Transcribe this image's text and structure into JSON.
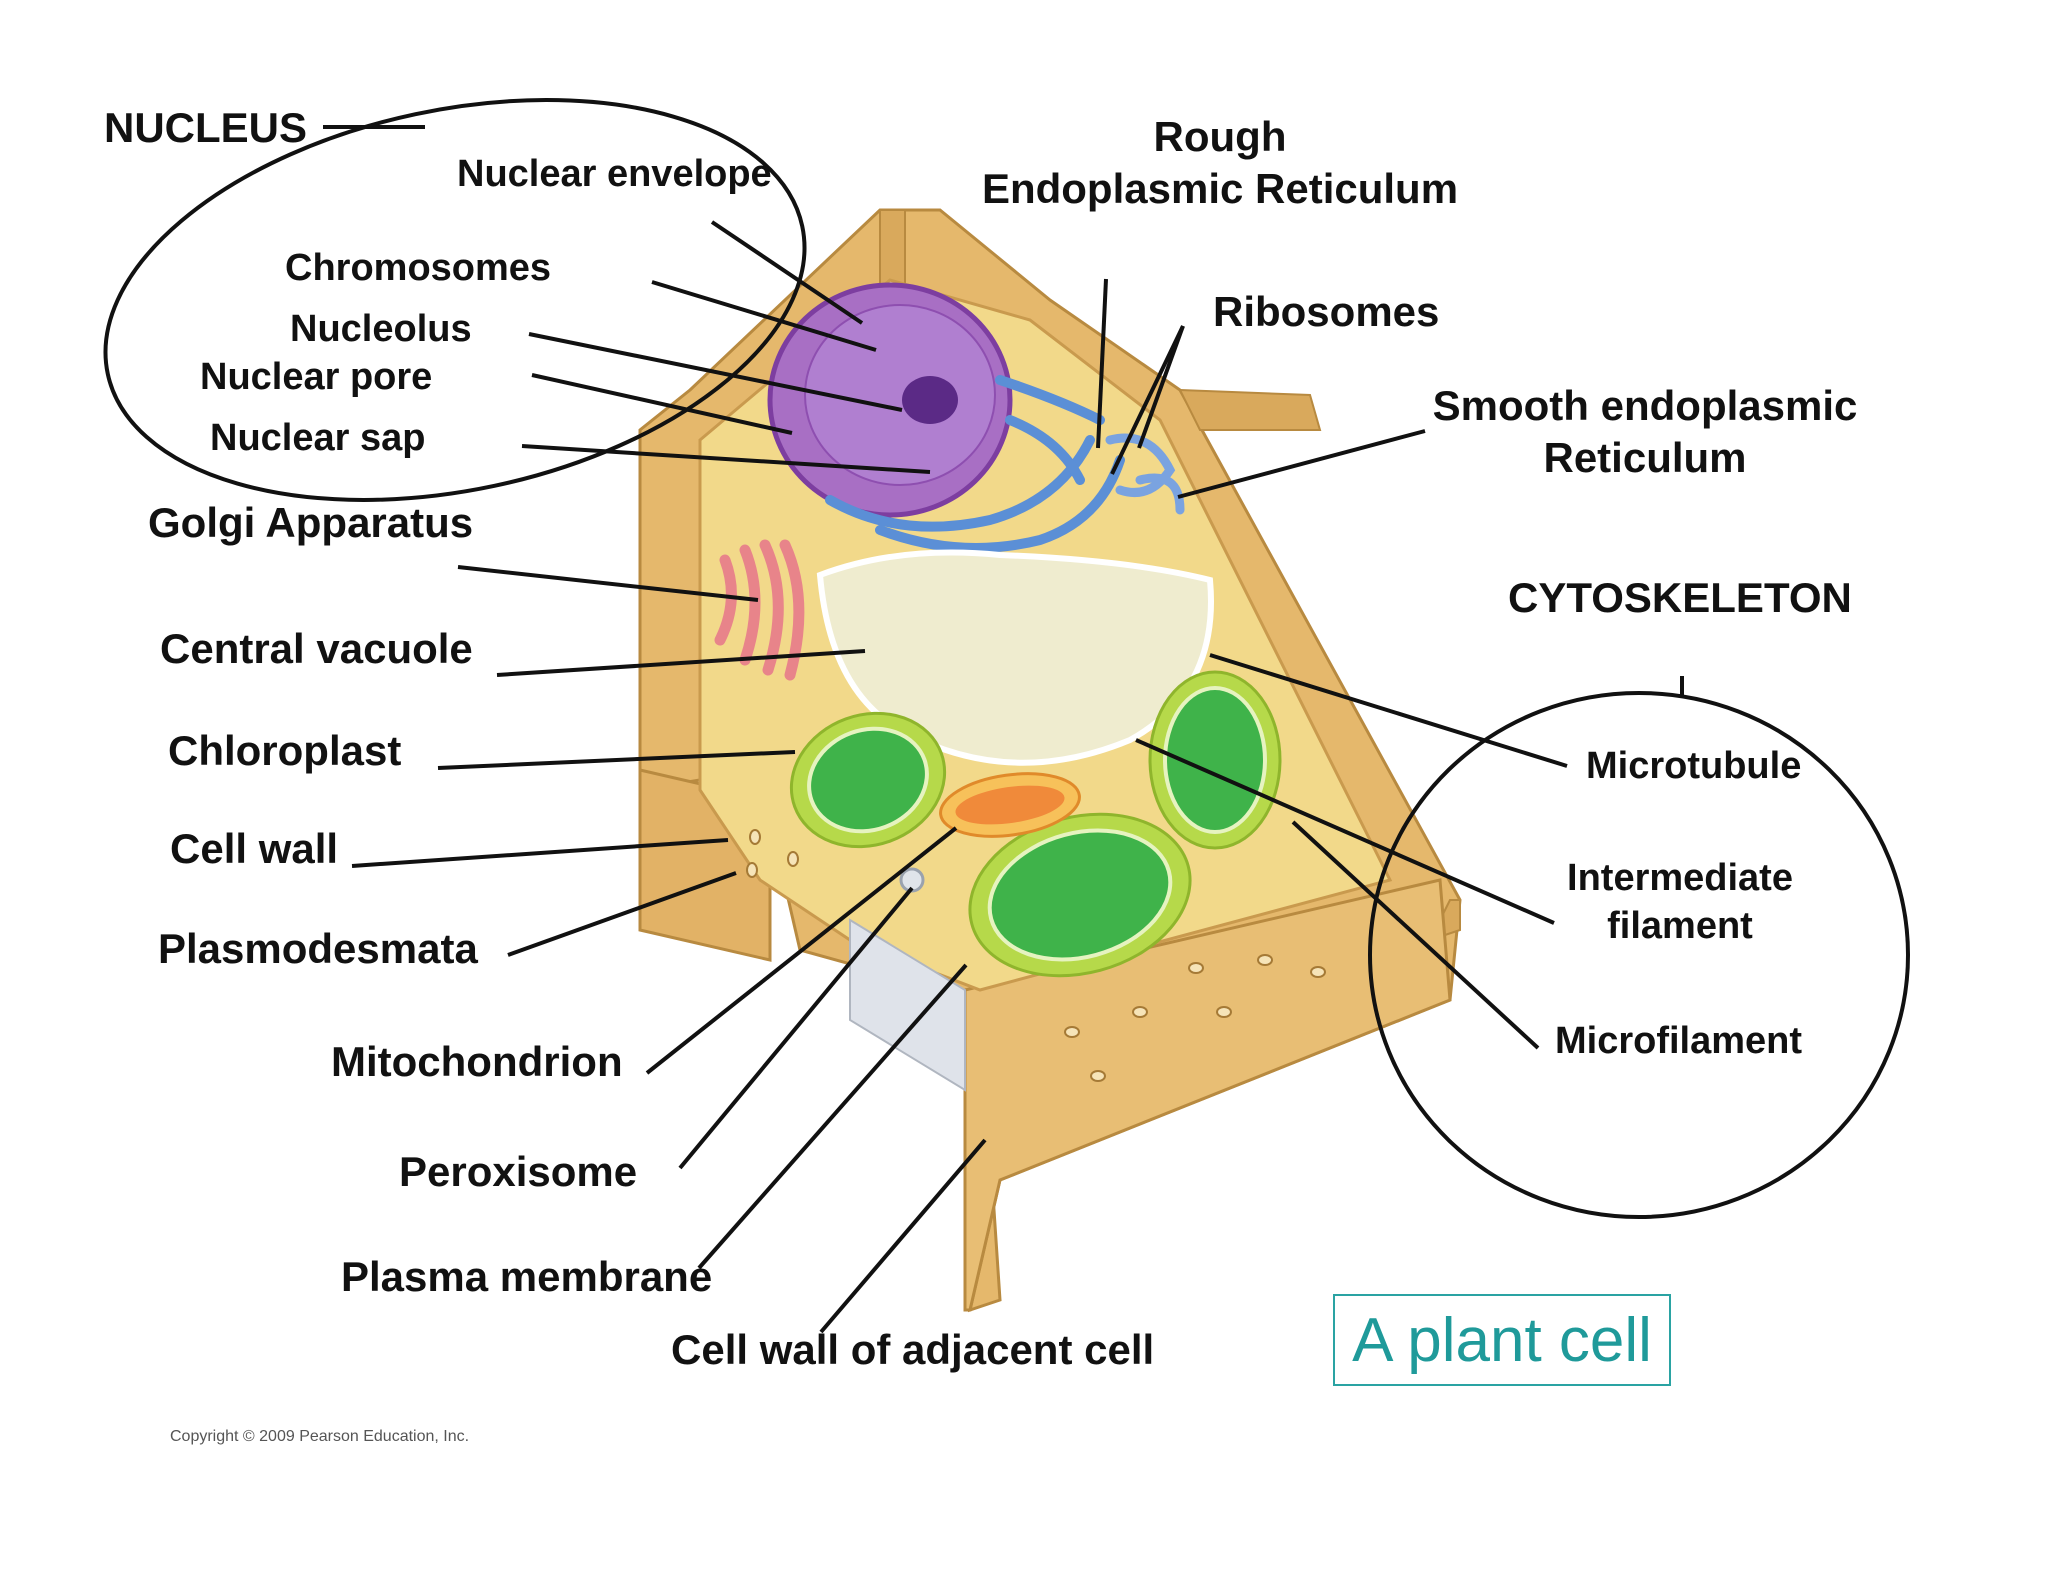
{
  "title": "A plant cell",
  "copyright": "Copyright © 2009 Pearson Education, Inc.",
  "groups": {
    "nucleus": "NUCLEUS",
    "cytoskeleton": "CYTOSKELETON"
  },
  "labels": {
    "nuclear_envelope": "Nuclear envelope",
    "chromosomes": "Chromosomes",
    "nucleolus": "Nucleolus",
    "nuclear_pore": "Nuclear pore",
    "nuclear_sap": "Nuclear sap",
    "golgi": "Golgi Apparatus",
    "central_vacuole": "Central vacuole",
    "chloroplast": "Chloroplast",
    "cell_wall": "Cell wall",
    "plasmodesmata": "Plasmodesmata",
    "mitochondrion": "Mitochondrion",
    "peroxisome": "Peroxisome",
    "plasma_membrane": "Plasma membrane",
    "cell_wall_adjacent": "Cell wall of adjacent cell",
    "rough_er_1": "Rough",
    "rough_er_2": "Endoplasmic Reticulum",
    "ribosomes": "Ribosomes",
    "smooth_er_1": "Smooth endoplasmic",
    "smooth_er_2": "Reticulum",
    "microtubule": "Microtubule",
    "intermediate_1": "Intermediate",
    "intermediate_2": "filament",
    "microfilament": "Microfilament"
  },
  "colors": {
    "wall": "#e5b86c",
    "wall_dark": "#c99a4e",
    "cytoplasm": "#f2d98a",
    "nucleus": "#9b59b6",
    "nucleolus": "#5b2a86",
    "er": "#5b8fd6",
    "golgi": "#e8848a",
    "vacuole": "#efeccf",
    "chloroplast": "#3fb34a",
    "chloroplast_outer": "#b6d94a",
    "mitochondrion": "#f08a3a",
    "title": "#1f9a9a"
  }
}
